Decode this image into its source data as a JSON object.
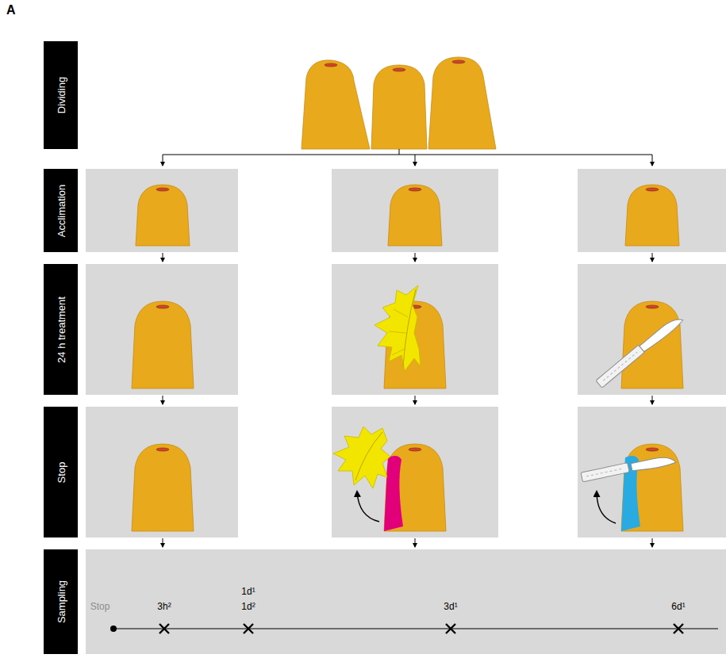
{
  "diagram": {
    "nodes": [
      {
        "text": [
          "Dividing"
        ]
      },
      {
        "text": [
          "Acclimation"
        ]
      },
      {
        "text": [
          "24 h treatment"
        ]
      },
      {
        "text": [
          "Stop"
        ]
      },
      {
        "text": [
          "Sampling"
        ]
      }
    ],
    "labels": [
      "A",
      "Stop",
      "3h²",
      "1d¹",
      "1d²",
      "3d¹",
      "6d¹"
    ]
  }
}
